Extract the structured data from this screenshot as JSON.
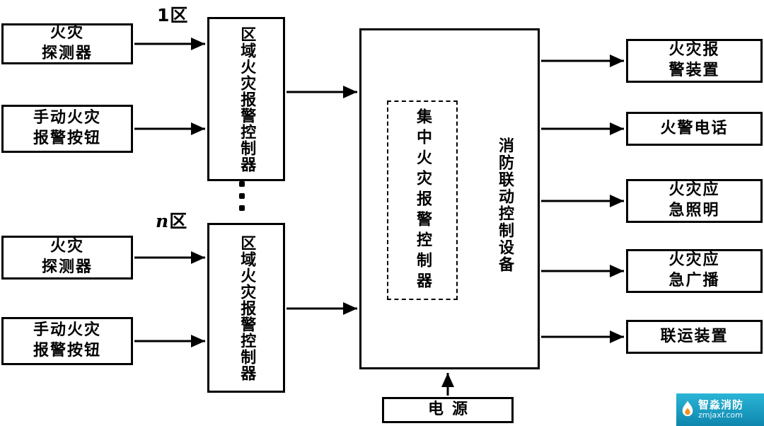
{
  "zones": {
    "zone1": {
      "prefix": "1",
      "suffix": "区"
    },
    "zoneN": {
      "prefix": "n",
      "suffix": "区"
    }
  },
  "inputs": {
    "detector1": {
      "line1": "火灾",
      "line2": "探测器"
    },
    "manual1": {
      "line1": "手动火灾",
      "line2": "报警按钮"
    },
    "detector2": {
      "line1": "火灾",
      "line2": "探测器"
    },
    "manual2": {
      "line1": "手动火灾",
      "line2": "报警按钮"
    }
  },
  "controllers": {
    "zone_controller1": "区域火灾报警控制器",
    "zone_controller2": "区域火灾报警控制器",
    "central_controller": "集中火灾报警控制器",
    "linkage_label": "消防联动控制设备"
  },
  "power": {
    "label": "电源"
  },
  "outputs": {
    "alarm_device": {
      "line1": "火灾报",
      "line2": "警装置"
    },
    "fire_phone": {
      "line1": "火警电话"
    },
    "emergency_lighting": {
      "line1": "火灾应",
      "line2": "急照明"
    },
    "emergency_broadcast": {
      "line1": "火灾应",
      "line2": "急广播"
    },
    "linkage_device": {
      "line1": "联运装置"
    }
  },
  "icons": {
    "continuation": "vertical-ellipsis",
    "watermark_logo": "flame"
  },
  "watermark": {
    "name": "智淼消防",
    "site": "zmjaxf.com"
  }
}
